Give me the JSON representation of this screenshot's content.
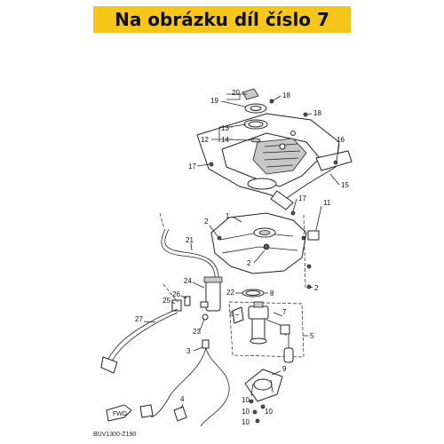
{
  "banner": {
    "text": "Na obrázku díl číslo 7",
    "color": "#f6c71a"
  },
  "diagram_code": "BUV1300-Z190",
  "fwd_label": "FWD",
  "part_numbers": [
    "1",
    "2",
    "3",
    "4",
    "5",
    "6",
    "7",
    "8",
    "9",
    "10",
    "11",
    "12",
    "13",
    "14",
    "15",
    "16",
    "17",
    "18",
    "19",
    "20",
    "21",
    "22",
    "23",
    "24",
    "25",
    "26",
    "27"
  ]
}
